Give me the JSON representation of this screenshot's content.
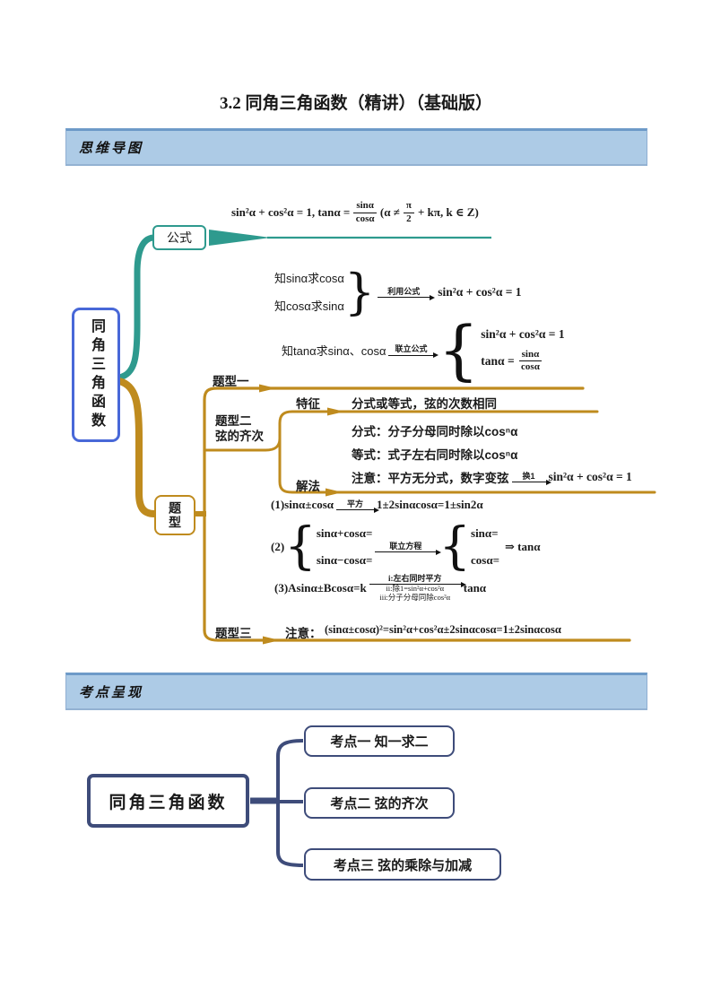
{
  "title": "3.2 同角三角函数（精讲）（基础版）",
  "banners": {
    "mindmap": "思维导图",
    "exam_points": "考点呈现"
  },
  "colors": {
    "teal": "#2e9a8e",
    "gold": "#bf8b1e",
    "royal_blue": "#4868d8",
    "navy": "#3e4c7a",
    "banner_bg": "#adcbe6",
    "banner_edge": "#6d9ac8"
  },
  "map1": {
    "root_label": "同角三角函数",
    "formula_branch": {
      "node_label": "公式",
      "identity_lead": "sin²α + cos²α = 1, tanα =",
      "frac_num": "sinα",
      "frac_den": "cosα",
      "condition_open": "(α ≠",
      "cond_num": "π",
      "cond_den": "2",
      "condition_close": "+ kπ, k ∈ Z)"
    },
    "topic_branch": {
      "node_label": "题型",
      "type1": {
        "label": "题型一",
        "case_sin": "知sinα求cosα",
        "case_cos": "知cosα求sinα",
        "arrow1": "利用公式",
        "result1": "sin²α + cos²α = 1",
        "case_tan": "知tanα求sinα、cosα",
        "arrow2": "联立公式",
        "sys_eq1": "sin²α + cos²α = 1",
        "sys_eq2_lead": "tanα =",
        "sys_eq2_num": "sinα",
        "sys_eq2_den": "cosα"
      },
      "type2": {
        "label_line1": "题型二",
        "label_line2": "弦的齐次",
        "feature_label": "特征",
        "feature_text": "分式或等式，弦的次数相同",
        "rule_fraction": "分式：分子分母同时除以cosⁿα",
        "rule_equation": "等式：式子左右同时除以cosⁿα",
        "note_lead": "注意：平方无分式，数字变弦",
        "note_arrow": "换1",
        "note_result": "sin²α + cos²α = 1",
        "method_label": "解法",
        "m1_lead": "(1)sinα±cosα",
        "m1_arrow": "平方",
        "m1_result": "1±2sinαcosα=1±sin2α",
        "m2_no": "(2)",
        "m2_a1": "sinα+cosα=",
        "m2_a2": "sinα−cosα=",
        "m2_arrow": "联立方程",
        "m2_b1": "sinα=",
        "m2_b2": "cosα=",
        "m2_result": "⇒ tanα",
        "m3_lead": "(3)Asinα±Bcosα=k",
        "m3_step1": "i:左右同时平方",
        "m3_step2": "ii:除1=sin²α+cos²α",
        "m3_step3": "iii:分子分母同除cos²α",
        "m3_result": "tanα"
      },
      "type3": {
        "label": "题型三",
        "note_label": "注意：",
        "note_formula": "(sinα±cosα)²=sin²α+cos²α±2sinαcosα=1±2sinαcosα"
      }
    }
  },
  "map2": {
    "root_label": "同角三角函数",
    "nodes": [
      {
        "label": "考点一 知一求二"
      },
      {
        "label": "考点二 弦的齐次"
      },
      {
        "label": "考点三 弦的乘除与加减"
      }
    ]
  }
}
